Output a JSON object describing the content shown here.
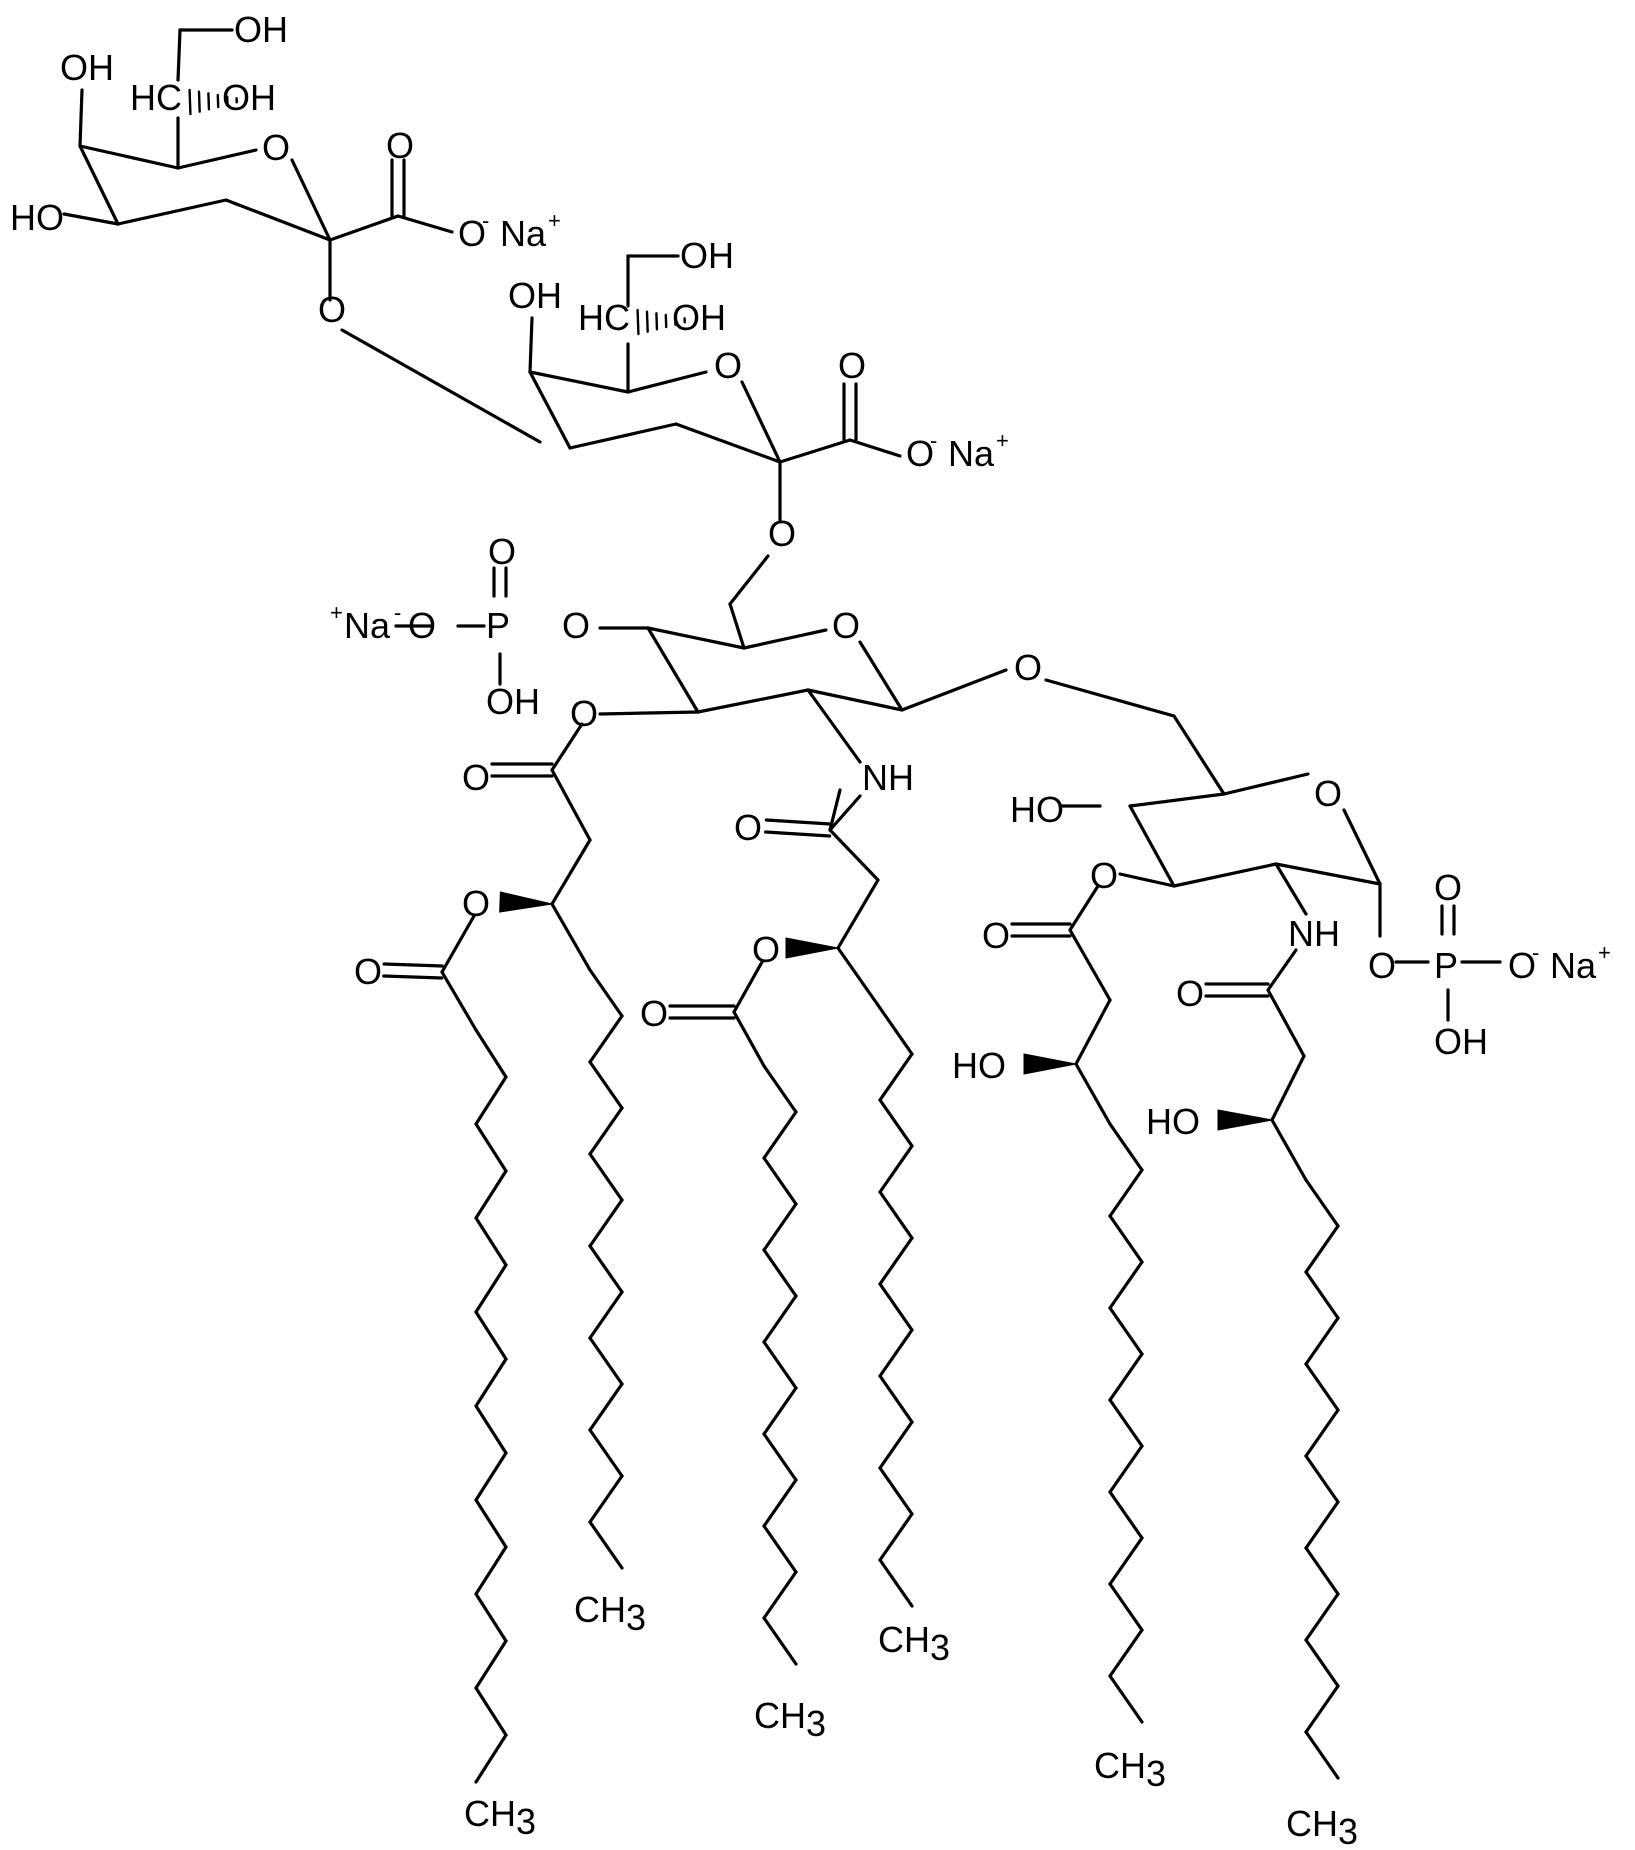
{
  "structure_name": "",
  "labels": {
    "oh": "OH",
    "ho": "HO",
    "hc": "HC",
    "o": "O",
    "nh": "NH",
    "na": "Na",
    "p": "P",
    "ch": "CH",
    "three": "3",
    "plus": "+",
    "minus": "-"
  }
}
